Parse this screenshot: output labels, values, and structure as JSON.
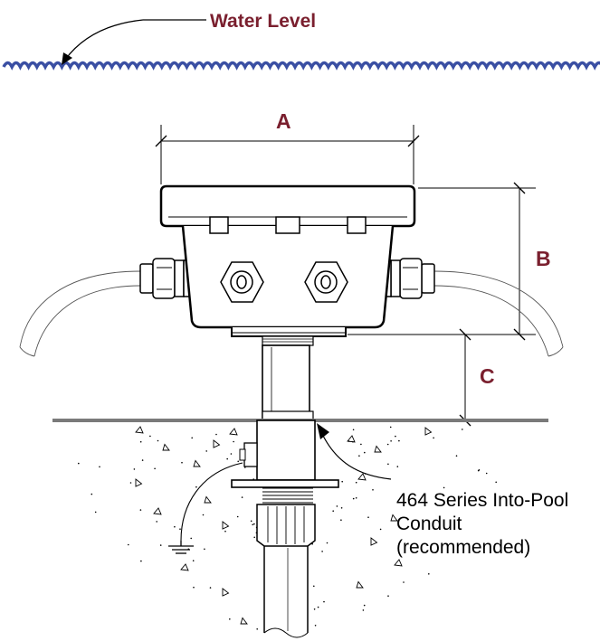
{
  "labels": {
    "water_level": "Water Level",
    "dim_a": "A",
    "dim_b": "B",
    "dim_c": "C",
    "callout_line1": "464 Series Into-Pool",
    "callout_line2": "Conduit",
    "callout_line3": "(recommended)"
  },
  "colors": {
    "label": "#7a1f2e",
    "water": "#3a4fa3",
    "line": "#000000",
    "deck": "#7a7a7a"
  }
}
